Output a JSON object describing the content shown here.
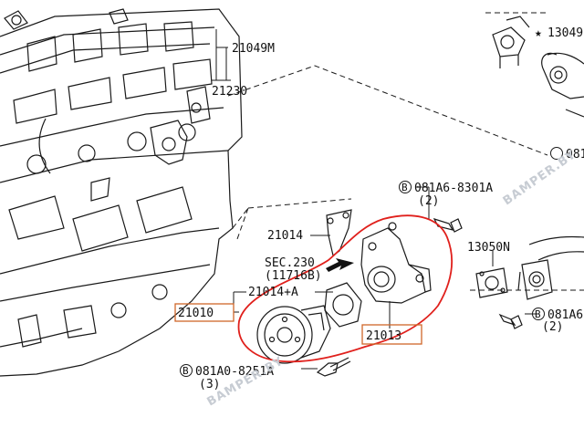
{
  "labels": {
    "p_21049m": "21049M",
    "p_21230": "21230",
    "p_13049": "13049",
    "p_21014": "21014",
    "sec_a": "SEC.230",
    "sec_b": "(11716B)",
    "p_21014a": "21014+A",
    "p_21010": "21010",
    "p_21013": "21013",
    "p_13050n": "13050N",
    "bolt1": "081A6-8301A",
    "bolt1_qty": "(2)",
    "bolt2": "081A0-8251A",
    "bolt2_qty": "(3)",
    "bolt3": "081A6",
    "bolt3_qty": "(2)",
    "p_081_right": "081",
    "b_symbol": "B",
    "star": "★"
  },
  "watermark": "BAMPER.BY",
  "colors": {
    "line": "#1a1a1a",
    "highlight": "#e0201c",
    "box": "#d0662a"
  }
}
